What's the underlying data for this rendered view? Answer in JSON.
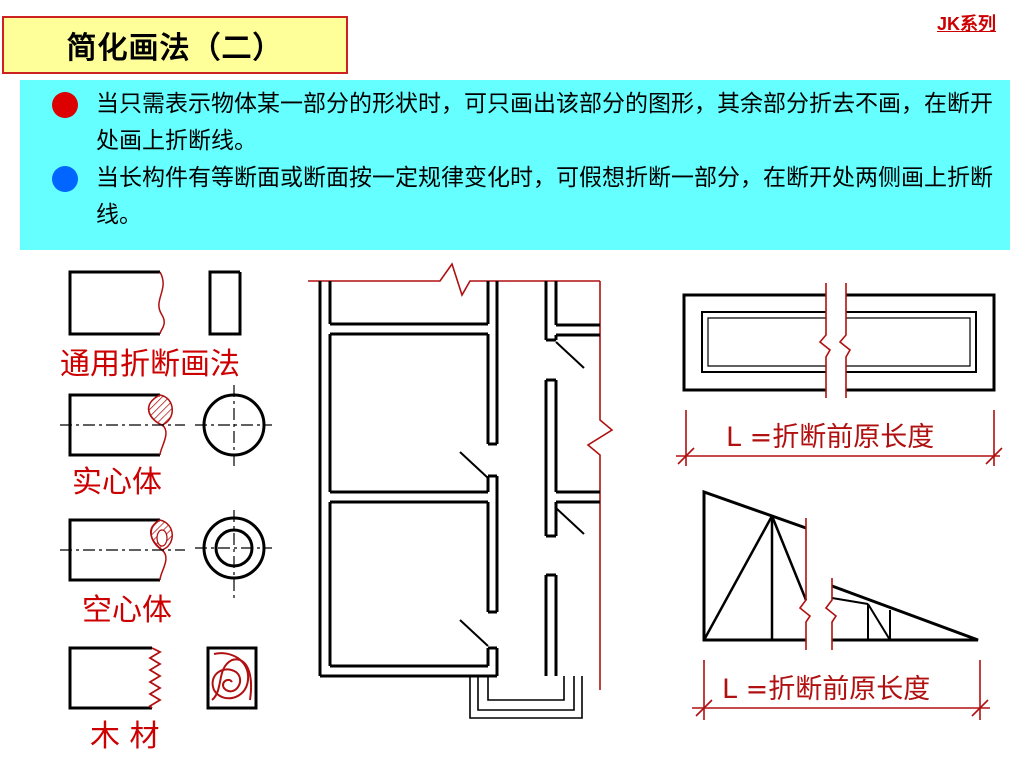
{
  "header": {
    "title": "简化画法（二）",
    "series_tag": "JK系列"
  },
  "notes": [
    {
      "text": "当只需表示物体某一部分的形状时，可只画出该部分的图形，其余部分折去不画，在断开处画上折断线。",
      "dot_color": "#dd0000"
    },
    {
      "text": "当长构件有等断面或断面按一定规律变化时，可假想折断一部分，在断开处两侧画上折断线。",
      "dot_color": "#0066ff"
    }
  ],
  "examples": {
    "general_label": "通用折断画法",
    "solid_label": "实心体",
    "hollow_label": "空心体",
    "wood_label": "木  材",
    "length_label_top": "L =折断前原长度",
    "length_label_bottom": "L =折断前原长度"
  },
  "colors": {
    "accent_red": "#cc0000",
    "drawing_red": "#b01010",
    "notes_bg": "#66ffff",
    "title_bg": "#ffff99"
  }
}
